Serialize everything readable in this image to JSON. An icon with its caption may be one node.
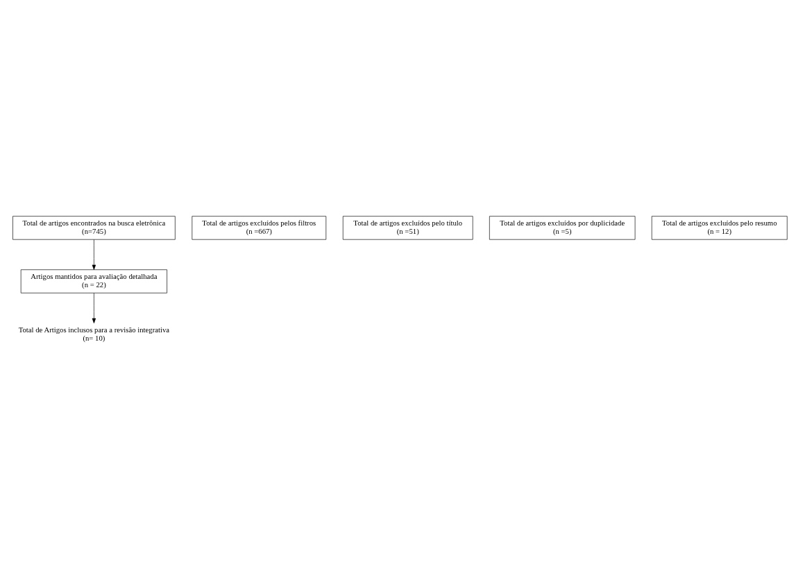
{
  "diagram": {
    "nodes": [
      {
        "text": [
          "Total de artigos encontrados na busca eletrônica",
          "(n=745)"
        ]
      },
      {
        "text": [
          "Total de artigos excluídos pelos filtros",
          "(n =667)"
        ]
      },
      {
        "text": [
          "Total de artigos excluídos pelo título",
          "(n =51)"
        ]
      },
      {
        "text": [
          "Total de artigos excluídos por duplicidade",
          "(n =5)"
        ]
      },
      {
        "text": [
          "Artigos mantidos para avaliação detalhada",
          "(n = 22)"
        ]
      },
      {
        "text": [
          "Total de artigos excluídos pelo resumo",
          "(n = 12)"
        ]
      },
      {
        "text": [
          "Total de Artigos inclusos para a revisão integrativa",
          "(n= 10)"
        ]
      }
    ],
    "edges": [
      {
        "from": 0,
        "to": 4,
        "arrow": "to"
      },
      {
        "from": 4,
        "to": 6,
        "arrow": "to"
      }
    ]
  }
}
